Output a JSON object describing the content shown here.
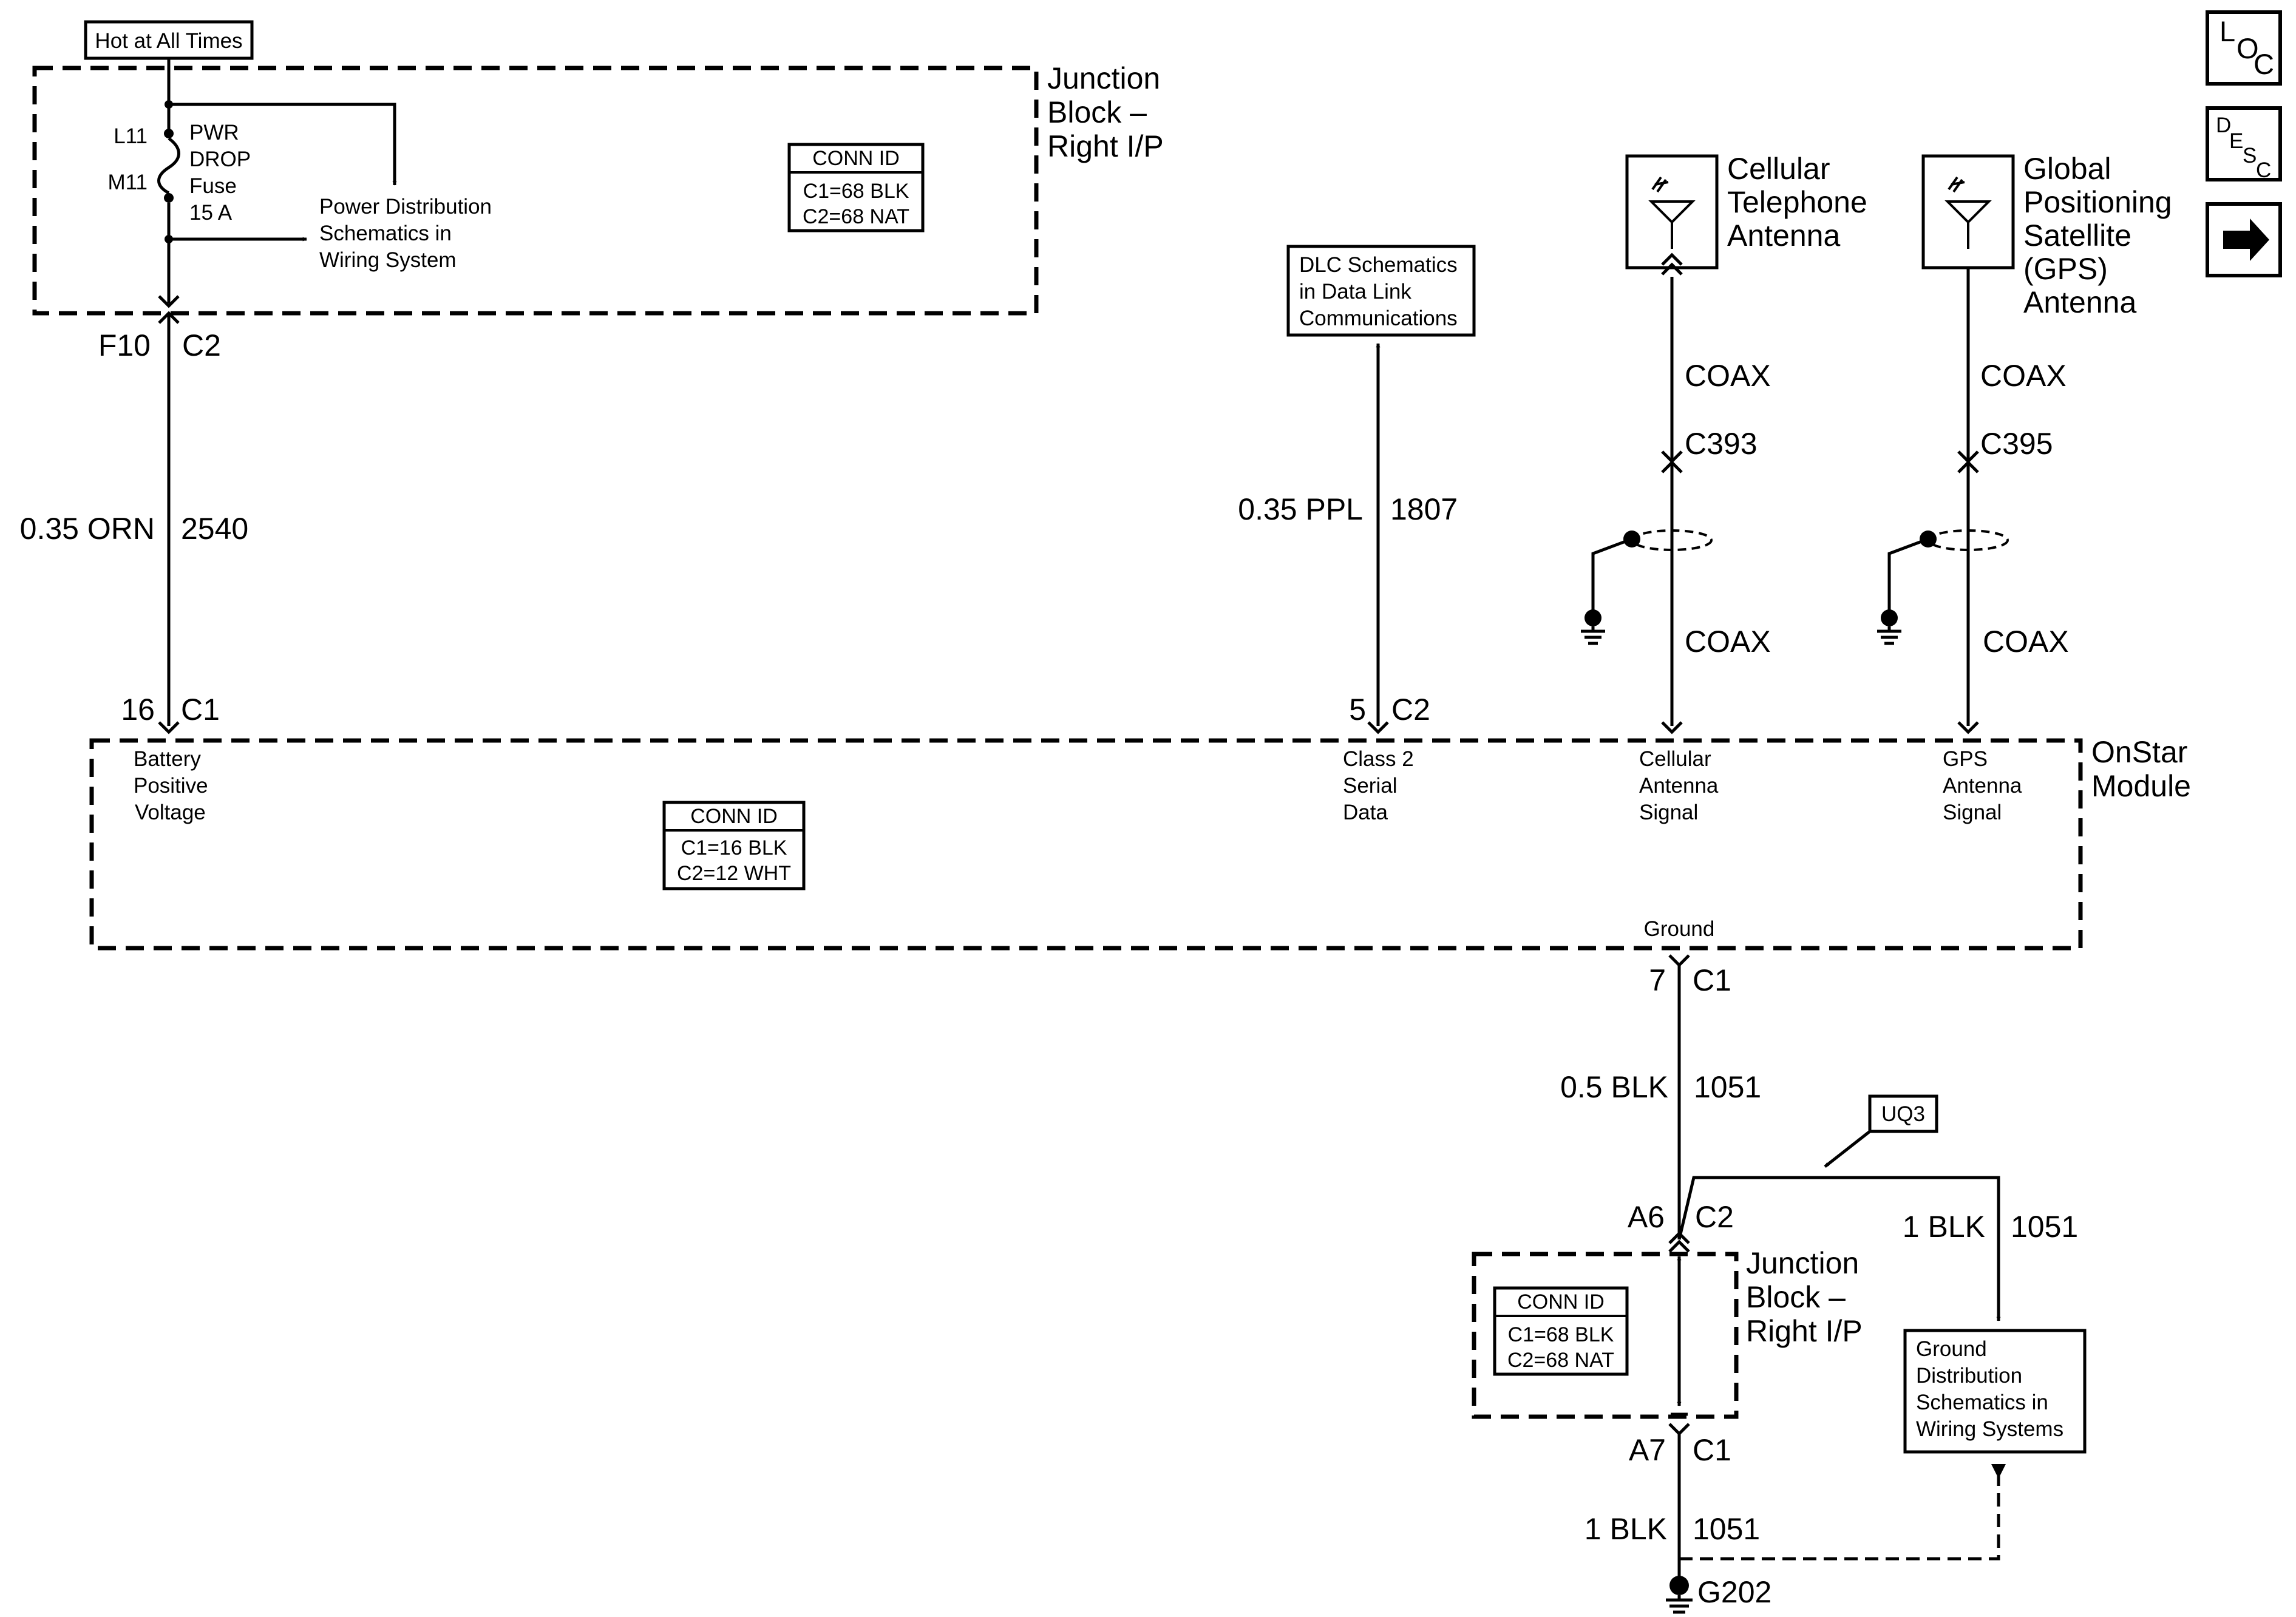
{
  "power_source": {
    "hot_label": "Hot at All Times",
    "block_title": [
      "Junction",
      "Block –",
      "Right I/P"
    ],
    "conn_id": {
      "header": "CONN ID",
      "lines": [
        "C1=68 BLK",
        "C2=68 NAT"
      ]
    },
    "pin_top": "L11",
    "pin_bottom": "M11",
    "fuse_lines": [
      "PWR",
      "DROP",
      "Fuse",
      "15 A"
    ],
    "power_ref": [
      "Power Distribution",
      "Schematics in",
      "Wiring System"
    ]
  },
  "power_wire": {
    "top_pin": "F10",
    "top_connector": "C2",
    "gauge_color": "0.35 ORN",
    "circuit": "2540",
    "bottom_pin": "16",
    "bottom_connector": "C1"
  },
  "dlc": {
    "ref": [
      "DLC Schematics",
      "in Data Link",
      "Communications"
    ],
    "gauge_color": "0.35 PPL",
    "circuit": "1807",
    "pin": "5",
    "connector": "C2"
  },
  "cellular": {
    "title": [
      "Cellular",
      "Telephone",
      "Antenna"
    ],
    "coax_top": "COAX",
    "connector": "C393",
    "coax_bottom": "COAX"
  },
  "gps": {
    "title": [
      "Global",
      "Positioning",
      "Satellite",
      "(GPS)",
      "Antenna"
    ],
    "coax_top": "COAX",
    "connector": "C395",
    "coax_bottom": "COAX"
  },
  "module": {
    "title": [
      "OnStar",
      "Module"
    ],
    "terminals": {
      "battery": [
        "Battery",
        "Positive",
        "Voltage"
      ],
      "serial": [
        "Class 2",
        "Serial",
        "Data"
      ],
      "cellular": [
        "Cellular",
        "Antenna",
        "Signal"
      ],
      "gps": [
        "GPS",
        "Antenna",
        "Signal"
      ],
      "ground": "Ground"
    },
    "conn_id": {
      "header": "CONN ID",
      "lines": [
        "C1=16 BLK",
        "C2=12 WHT"
      ]
    }
  },
  "ground_wire": {
    "module_pin": "7",
    "module_connector": "C1",
    "gauge_color": "0.5 BLK",
    "circuit": "1051",
    "option_code": "UQ3",
    "jb_top_pin": "A6",
    "jb_top_connector": "C2",
    "branch_gauge_color": "1 BLK",
    "branch_circuit": "1051",
    "jb_bottom_pin": "A7",
    "jb_bottom_connector": "C1",
    "bottom_gauge_color": "1 BLK",
    "bottom_circuit": "1051",
    "ground_point": "G202"
  },
  "junction_block_2": {
    "title": [
      "Junction",
      "Block –",
      "Right I/P"
    ],
    "conn_id": {
      "header": "CONN ID",
      "lines": [
        "C1=68 BLK",
        "C2=68 NAT"
      ]
    }
  },
  "ground_ref": [
    "Ground",
    "Distribution",
    "Schematics in",
    "Wiring Systems"
  ],
  "nav": {
    "loc": [
      "L",
      "O",
      "C"
    ],
    "desc": [
      "D",
      "E",
      "S",
      "C"
    ],
    "next_icon": "arrow-right-icon"
  }
}
